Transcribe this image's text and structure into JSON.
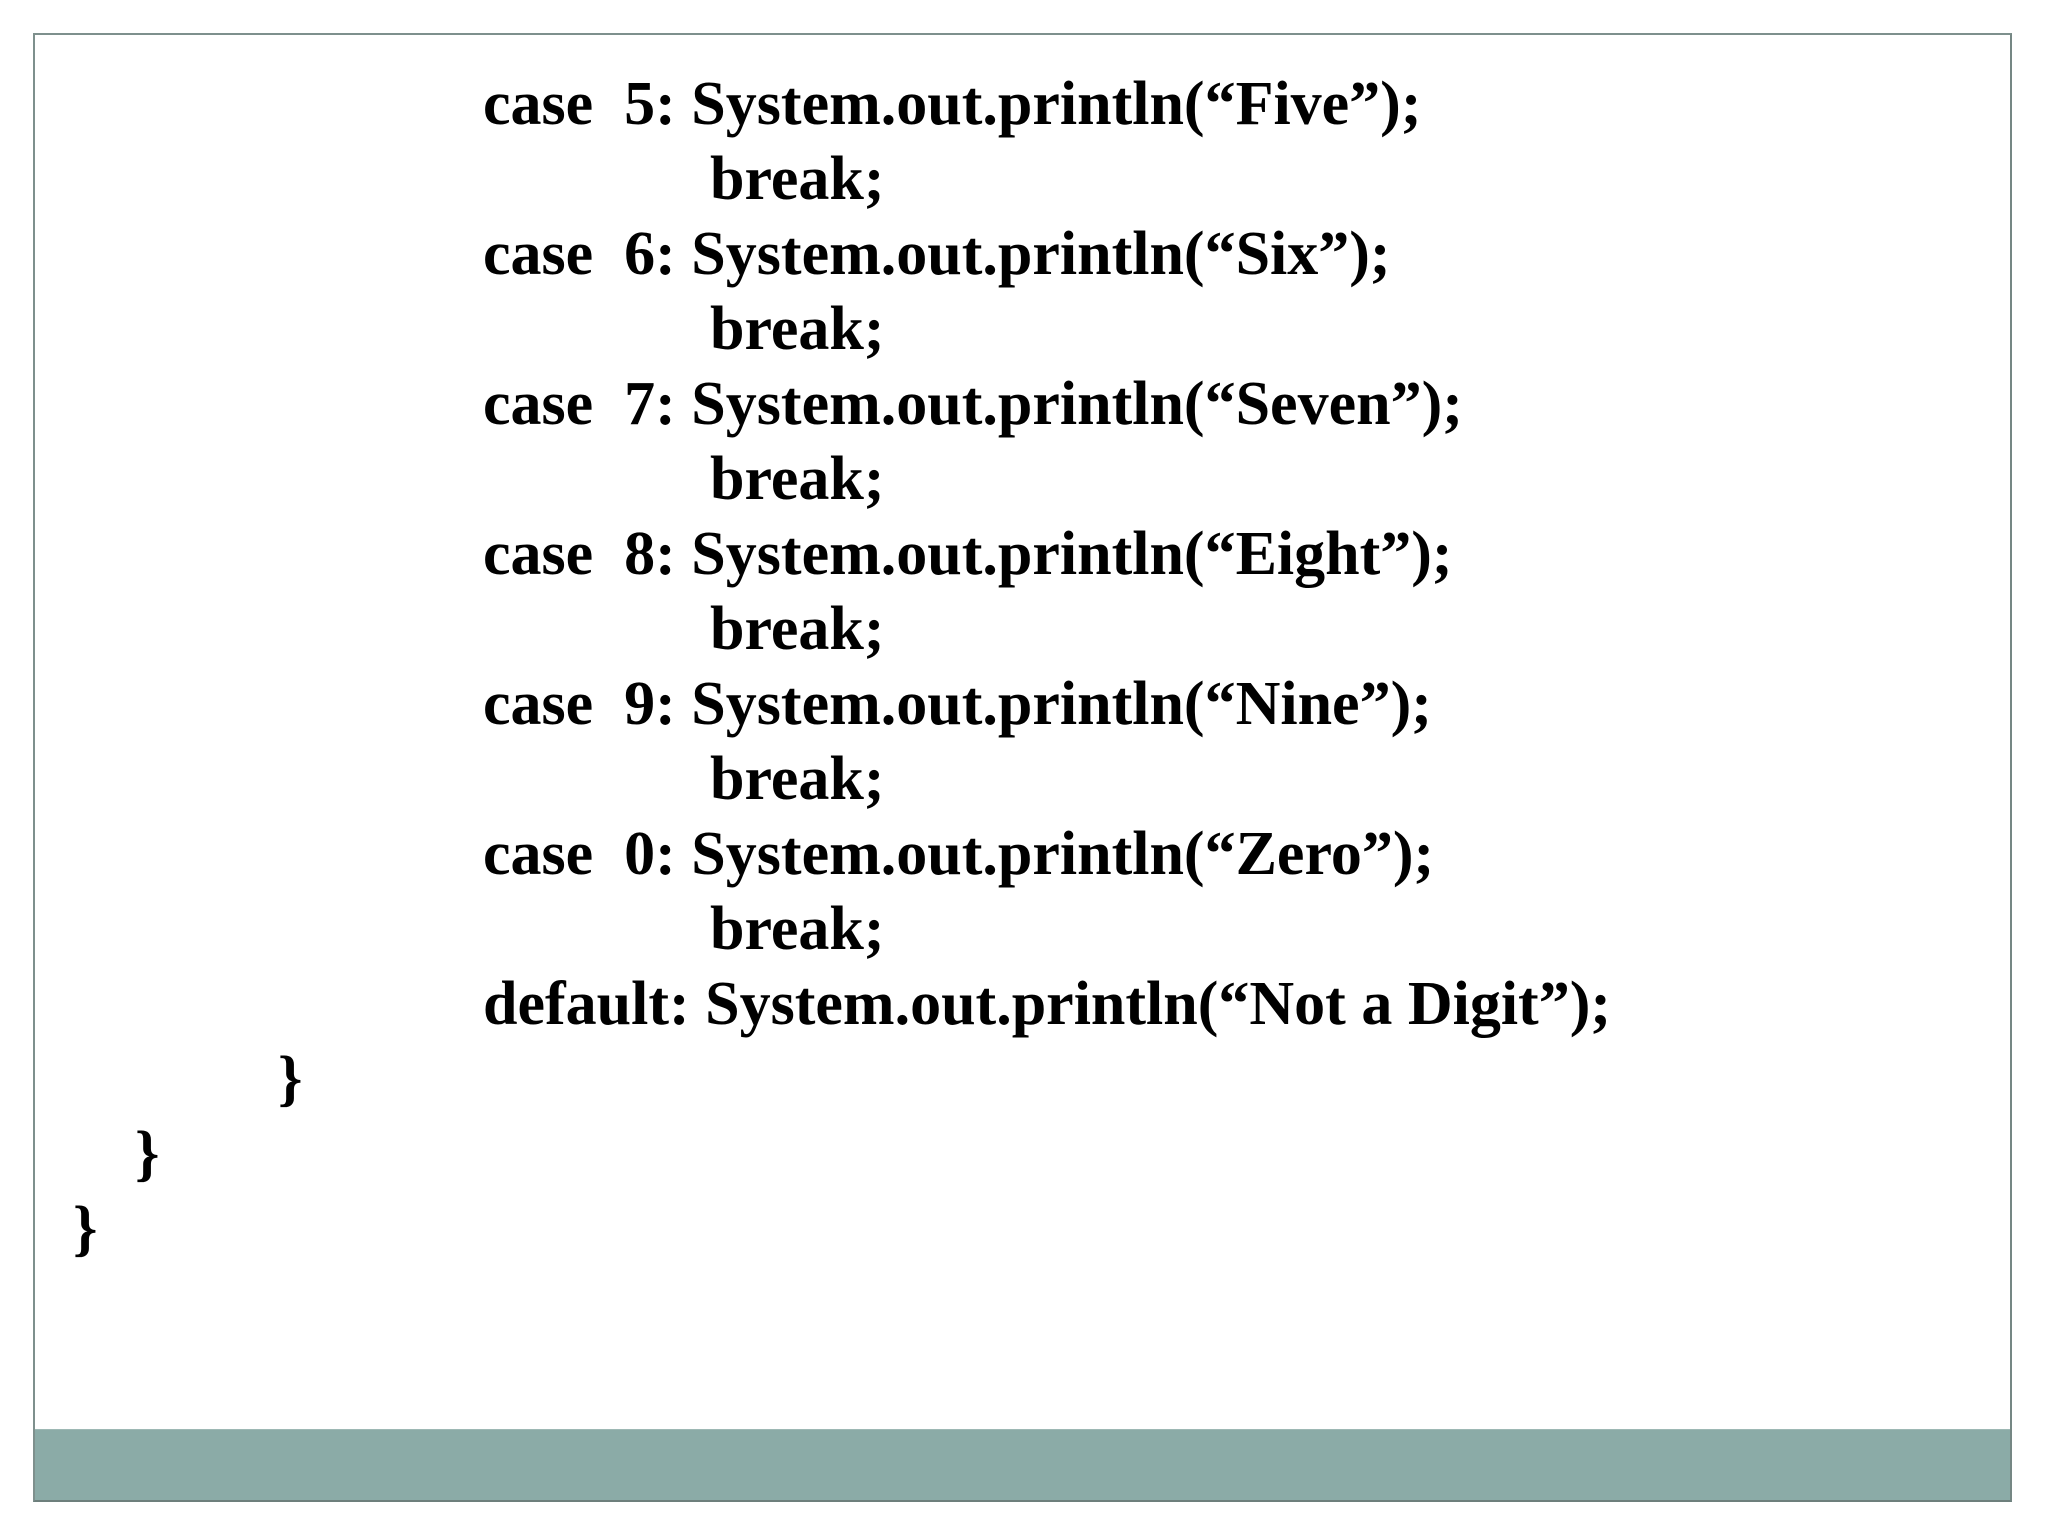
{
  "slide": {
    "kind": "presentation-slide",
    "title": "",
    "code": {
      "language": "java",
      "lines": [
        {
          "text": "case  5: System.out.println(“Five”);",
          "indent": 448
        },
        {
          "text": "break;",
          "indent": 675
        },
        {
          "text": "case  6: System.out.println(“Six”);",
          "indent": 448
        },
        {
          "text": "break;",
          "indent": 675
        },
        {
          "text": "case  7: System.out.println(“Seven”);",
          "indent": 448
        },
        {
          "text": "break;",
          "indent": 675
        },
        {
          "text": "case  8: System.out.println(“Eight”);",
          "indent": 448
        },
        {
          "text": "break;",
          "indent": 675
        },
        {
          "text": "case  9: System.out.println(“Nine”);",
          "indent": 448
        },
        {
          "text": "break;",
          "indent": 675
        },
        {
          "text": "case  0: System.out.println(“Zero”);",
          "indent": 448
        },
        {
          "text": "break;",
          "indent": 675
        },
        {
          "text": "default: System.out.println(“Not a Digit”);",
          "indent": 448
        },
        {
          "text": "}",
          "indent": 243
        },
        {
          "text": "}",
          "indent": 100
        },
        {
          "text": "}",
          "indent": 38
        }
      ]
    },
    "colors": {
      "slide_background": "#ffffff",
      "frame_border": "#7e908d",
      "footer_bar": "#8baba7",
      "text": "#000000"
    }
  }
}
